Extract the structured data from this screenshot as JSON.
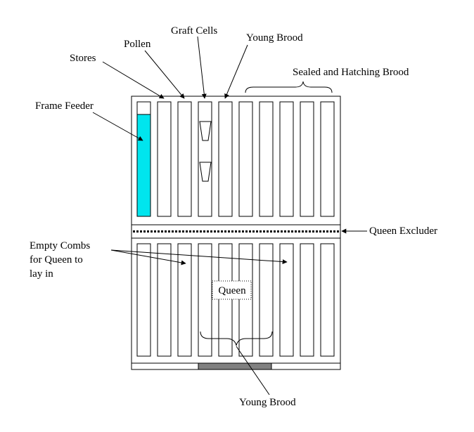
{
  "labels": {
    "graft_cells": "Graft Cells",
    "young_brood_top": "Young Brood",
    "pollen": "Pollen",
    "stores": "Stores",
    "sealed_hatching": "Sealed and Hatching Brood",
    "frame_feeder": "Frame Feeder",
    "queen_excluder": "Queen Excluder",
    "empty_combs_line1": "Empty Combs",
    "empty_combs_line2": "for Queen to",
    "empty_combs_line3": "lay in",
    "queen": "Queen",
    "young_brood_bottom": "Young Brood"
  },
  "upper_box": {
    "frame_count": 10,
    "frame_roles": [
      "frame-feeder",
      "stores",
      "pollen",
      "graft-cells",
      "young-brood",
      "sealed-hatching-brood",
      "sealed-hatching-brood",
      "sealed-hatching-brood",
      "sealed-hatching-brood",
      "sealed-hatching-brood"
    ],
    "feeder_fill_fraction": 0.89,
    "graft_cup_count": 2
  },
  "lower_box": {
    "frame_count": 10
  },
  "colors": {
    "feeder_fill": "#00e5ee",
    "entrance": "#808080",
    "lines": "#000000"
  }
}
